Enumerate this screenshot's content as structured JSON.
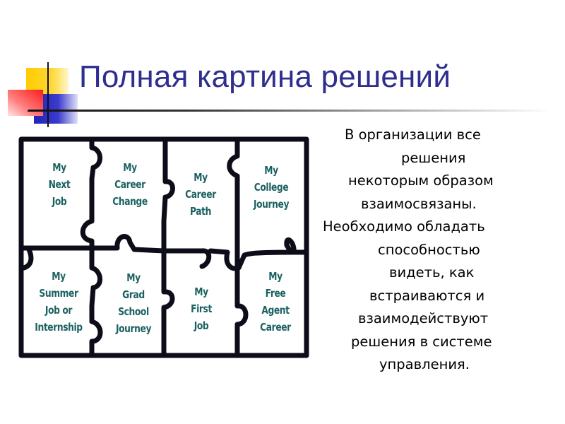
{
  "slide": {
    "title": "Полная картина решений",
    "colors": {
      "title": "#2e2e8f",
      "puzzle_text": "#1c6161",
      "puzzle_border": "#0d0d1a",
      "deco_yellow": "#ffcc00",
      "deco_red": "#ff2222",
      "deco_blue": "#2b2bbf"
    }
  },
  "puzzle": {
    "pieces": [
      {
        "lines": [
          "My",
          "Next",
          "Job"
        ]
      },
      {
        "lines": [
          "My",
          "Career",
          "Change"
        ]
      },
      {
        "lines": [
          "My",
          "Career",
          "Path"
        ]
      },
      {
        "lines": [
          "My",
          "College",
          "Journey"
        ]
      },
      {
        "lines": [
          "My",
          "Summer",
          "Job or",
          "Internship"
        ]
      },
      {
        "lines": [
          "My",
          "Grad",
          "School",
          "Journey"
        ]
      },
      {
        "lines": [
          "My",
          "First",
          "Job"
        ]
      },
      {
        "lines": [
          "My",
          "Free",
          "Agent",
          "Career"
        ]
      }
    ]
  },
  "body": {
    "paragraphs": [
      {
        "lines": [
          "В организации все",
          "решения",
          "некоторым образом",
          "взаимосвязаны."
        ]
      },
      {
        "lines": [
          "Необходимо обладать",
          "способностью",
          "видеть, как",
          "встраиваются и",
          "взаимодействуют",
          "решения в системе",
          "управления."
        ]
      }
    ]
  }
}
